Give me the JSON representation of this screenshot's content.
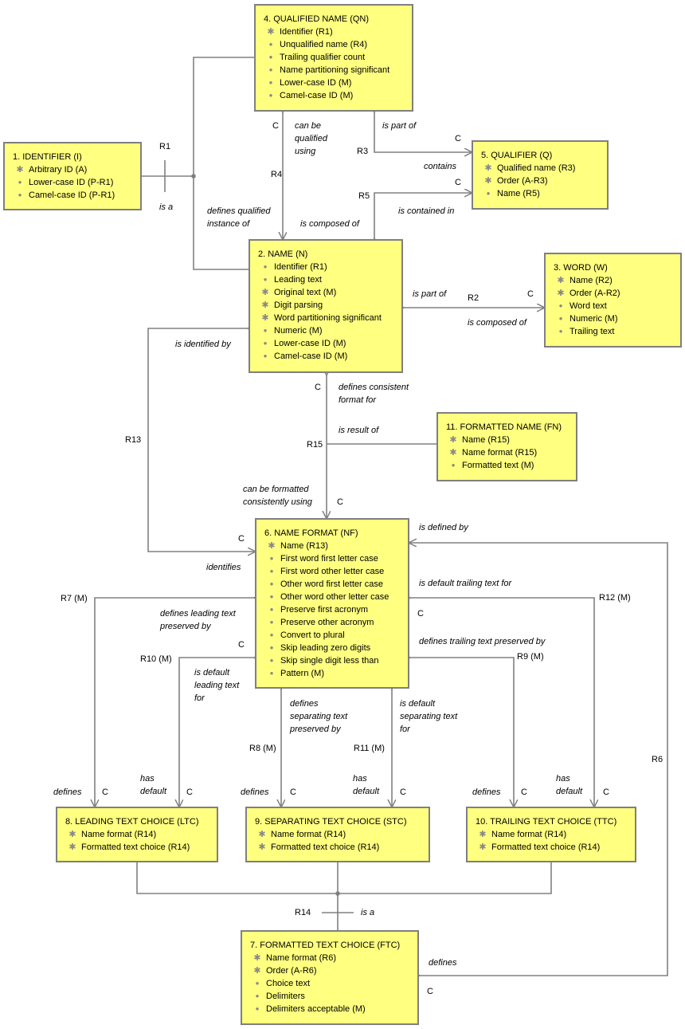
{
  "entities": [
    {
      "key": "qn",
      "title": "4. QUALIFIED NAME (QN)",
      "attrs": [
        {
          "m": "star",
          "t": "Identifier (R1)"
        },
        {
          "m": "dot",
          "t": "Unqualified name (R4)"
        },
        {
          "m": "dot",
          "t": "Trailing qualifier count"
        },
        {
          "m": "dot",
          "t": "Name partitioning significant"
        },
        {
          "m": "dot",
          "t": "Lower-case ID (M)"
        },
        {
          "m": "dot",
          "t": "Camel-case ID (M)"
        }
      ]
    },
    {
      "key": "id",
      "title": "1. IDENTIFIER (I)",
      "attrs": [
        {
          "m": "star",
          "t": "Arbitrary ID (A)"
        },
        {
          "m": "dot",
          "t": "Lower-case ID (P-R1)"
        },
        {
          "m": "dot",
          "t": "Camel-case ID (P-R1)"
        }
      ]
    },
    {
      "key": "q",
      "title": "5. QUALIFIER (Q)",
      "attrs": [
        {
          "m": "star",
          "t": "Qualified name (R3)"
        },
        {
          "m": "star",
          "t": "Order (A-R3)"
        },
        {
          "m": "dot",
          "t": "Name (R5)"
        }
      ]
    },
    {
      "key": "n",
      "title": "2. NAME (N)",
      "attrs": [
        {
          "m": "dot",
          "t": "Identifier (R1)"
        },
        {
          "m": "dot",
          "t": "Leading text"
        },
        {
          "m": "star",
          "t": "Original text (M)"
        },
        {
          "m": "star",
          "t": "Digit parsing"
        },
        {
          "m": "star",
          "t": "Word partitioning significant"
        },
        {
          "m": "dot",
          "t": "Numeric (M)"
        },
        {
          "m": "dot",
          "t": "Lower-case ID (M)"
        },
        {
          "m": "dot",
          "t": "Camel-case ID (M)"
        }
      ]
    },
    {
      "key": "w",
      "title": "3. WORD (W)",
      "attrs": [
        {
          "m": "star",
          "t": "Name (R2)"
        },
        {
          "m": "star",
          "t": "Order (A-R2)"
        },
        {
          "m": "dot",
          "t": "Word text"
        },
        {
          "m": "dot",
          "t": "Numeric (M)"
        },
        {
          "m": "dot",
          "t": "Trailing text"
        }
      ]
    },
    {
      "key": "fn",
      "title": "11. FORMATTED NAME (FN)",
      "attrs": [
        {
          "m": "star",
          "t": "Name (R15)"
        },
        {
          "m": "star",
          "t": "Name format (R15)"
        },
        {
          "m": "dot",
          "t": "Formatted text (M)"
        }
      ]
    },
    {
      "key": "nf",
      "title": "6. NAME FORMAT (NF)",
      "attrs": [
        {
          "m": "star",
          "t": "Name (R13)"
        },
        {
          "m": "dot",
          "t": "First word first letter case"
        },
        {
          "m": "dot",
          "t": "First word other letter case"
        },
        {
          "m": "dot",
          "t": "Other word first letter case"
        },
        {
          "m": "dot",
          "t": "Other word other letter case"
        },
        {
          "m": "dot",
          "t": "Preserve first acronym"
        },
        {
          "m": "dot",
          "t": "Preserve other acronym"
        },
        {
          "m": "dot",
          "t": "Convert to plural"
        },
        {
          "m": "dot",
          "t": "Skip leading zero digits"
        },
        {
          "m": "dot",
          "t": "Skip single digit less than"
        },
        {
          "m": "dot",
          "t": "Pattern (M)"
        }
      ]
    },
    {
      "key": "ltc",
      "title": "8. LEADING TEXT CHOICE (LTC)",
      "attrs": [
        {
          "m": "star",
          "t": "Name format (R14)"
        },
        {
          "m": "star",
          "t": "Formatted text choice (R14)"
        }
      ]
    },
    {
      "key": "stc",
      "title": "9. SEPARATING TEXT CHOICE (STC)",
      "attrs": [
        {
          "m": "star",
          "t": "Name format (R14)"
        },
        {
          "m": "star",
          "t": "Formatted text choice (R14)"
        }
      ]
    },
    {
      "key": "ttc",
      "title": "10. TRAILING TEXT CHOICE (TTC)",
      "attrs": [
        {
          "m": "star",
          "t": "Name format (R14)"
        },
        {
          "m": "star",
          "t": "Formatted text choice (R14)"
        }
      ]
    },
    {
      "key": "ftc",
      "title": "7. FORMATTED TEXT CHOICE (FTC)",
      "attrs": [
        {
          "m": "star",
          "t": "Name format (R6)"
        },
        {
          "m": "star",
          "t": "Order (A-R6)"
        },
        {
          "m": "dot",
          "t": "Choice text"
        },
        {
          "m": "dot",
          "t": "Delimiters"
        },
        {
          "m": "dot",
          "t": "Delimiters acceptable (M)"
        }
      ]
    }
  ],
  "labels": [
    {
      "t": "R1",
      "i": false
    },
    {
      "t": "is a",
      "i": true
    },
    {
      "t": "C",
      "i": false
    },
    {
      "t": "can be\nqualified\nusing",
      "i": true
    },
    {
      "t": "R4",
      "i": false
    },
    {
      "t": "is part of",
      "i": true
    },
    {
      "t": "C",
      "i": false
    },
    {
      "t": "R3",
      "i": false
    },
    {
      "t": "contains",
      "i": true
    },
    {
      "t": "R5",
      "i": false
    },
    {
      "t": "C",
      "i": false
    },
    {
      "t": "is contained in",
      "i": true
    },
    {
      "t": "defines qualified\ninstance of",
      "i": true
    },
    {
      "t": "is composed of",
      "i": true
    },
    {
      "t": "is part of",
      "i": true
    },
    {
      "t": "R2",
      "i": false
    },
    {
      "t": "C",
      "i": false
    },
    {
      "t": "is composed of",
      "i": true
    },
    {
      "t": "is identified by",
      "i": true
    },
    {
      "t": "C",
      "i": false
    },
    {
      "t": "defines consistent\nformat for",
      "i": true
    },
    {
      "t": "is result of",
      "i": true
    },
    {
      "t": "R15",
      "i": false
    },
    {
      "t": "R13",
      "i": false
    },
    {
      "t": "can be formatted\nconsistently using",
      "i": true
    },
    {
      "t": "C",
      "i": false
    },
    {
      "t": "C",
      "i": false
    },
    {
      "t": "identifies",
      "i": true
    },
    {
      "t": "is defined by",
      "i": true
    },
    {
      "t": "is default trailing text for",
      "i": true
    },
    {
      "t": "R12 (M)",
      "i": false
    },
    {
      "t": "C",
      "i": false
    },
    {
      "t": "R7 (M)",
      "i": false
    },
    {
      "t": "defines leading text\npreserved by",
      "i": true
    },
    {
      "t": "defines trailing text preserved by",
      "i": true
    },
    {
      "t": "R9 (M)",
      "i": false
    },
    {
      "t": "C",
      "i": false
    },
    {
      "t": "R10 (M)",
      "i": false
    },
    {
      "t": "is default\nleading text\nfor",
      "i": true
    },
    {
      "t": "defines\nseparating text\npreserved by",
      "i": true
    },
    {
      "t": "is default\nseparating text\nfor",
      "i": true
    },
    {
      "t": "R8 (M)",
      "i": false
    },
    {
      "t": "R11 (M)",
      "i": false
    },
    {
      "t": "R6",
      "i": false
    },
    {
      "t": "has\ndefault",
      "i": true
    },
    {
      "t": "has\ndefault",
      "i": true
    },
    {
      "t": "has\ndefault",
      "i": true
    },
    {
      "t": "defines",
      "i": true
    },
    {
      "t": "C",
      "i": false
    },
    {
      "t": "C",
      "i": false
    },
    {
      "t": "defines",
      "i": true
    },
    {
      "t": "C",
      "i": false
    },
    {
      "t": "C",
      "i": false
    },
    {
      "t": "defines",
      "i": true
    },
    {
      "t": "C",
      "i": false
    },
    {
      "t": "C",
      "i": false
    },
    {
      "t": "R14",
      "i": false
    },
    {
      "t": "is a",
      "i": true
    },
    {
      "t": "defines",
      "i": true
    },
    {
      "t": "C",
      "i": false
    }
  ]
}
